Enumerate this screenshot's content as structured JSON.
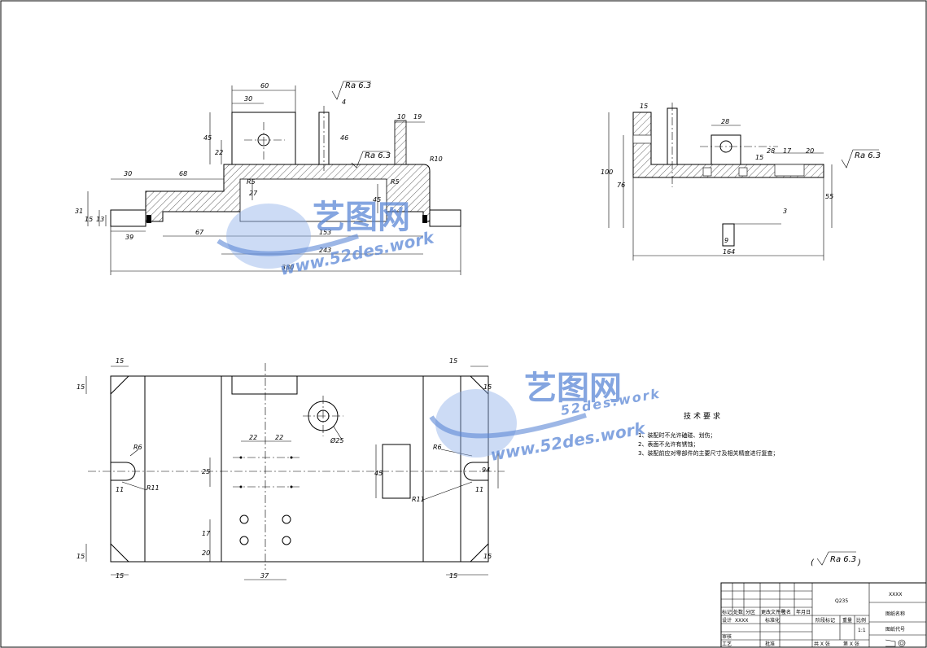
{
  "drawing": {
    "front_view_dims": [
      "60",
      "30",
      "45",
      "22",
      "4",
      "46",
      "10",
      "19",
      "R10",
      "30",
      "68",
      "R5",
      "R5",
      "27",
      "45",
      "31",
      "15",
      "13",
      "39",
      "67",
      "153",
      "243",
      "380"
    ],
    "side_view_dims": [
      "15",
      "28",
      "15",
      "28",
      "17",
      "20",
      "100",
      "76",
      "55",
      "3",
      "9",
      "164"
    ],
    "plan_view_dims": [
      "15",
      "15",
      "15",
      "15",
      "R6",
      "R6",
      "11",
      "11",
      "R11",
      "R11",
      "22",
      "22",
      "25",
      "45",
      "Ø25",
      "17",
      "20",
      "37",
      "15",
      "15",
      "15",
      "15",
      "94"
    ],
    "roughness": "Ra 6.3",
    "roughness_general": "Ra 6.3"
  },
  "tech_requirements": {
    "title": "技术要求",
    "items": [
      "1、装配时不允许磕碰、划伤；",
      "2、表面不允许有锈蚀；",
      "3、装配前应对零部件的主要尺寸及相关精度进行复查；"
    ]
  },
  "title_block": {
    "material": "Q235",
    "company": "XXXX",
    "drawing_name": "图纸名称",
    "drawing_code": "图纸代号",
    "scale": "1:1",
    "labels": {
      "mark": "标记",
      "count": "处数",
      "zone": "分区",
      "change_doc": "更改文件号",
      "signature": "签名",
      "date": "年月日",
      "design": "设计",
      "designer": "XXXX",
      "standardize": "标准化",
      "stage_mark": "阶段标记",
      "weight": "重量",
      "ratio": "比例",
      "review": "审核",
      "process": "工艺",
      "approve": "批准",
      "sheets_total": "共 X 张",
      "sheet_no": "第 X 张"
    }
  },
  "watermark": {
    "brand": "艺图网",
    "site": "www.52des.work",
    "sub": "52des.work"
  },
  "colors": {
    "line": "#000000",
    "watermark": "#5b87d6"
  }
}
